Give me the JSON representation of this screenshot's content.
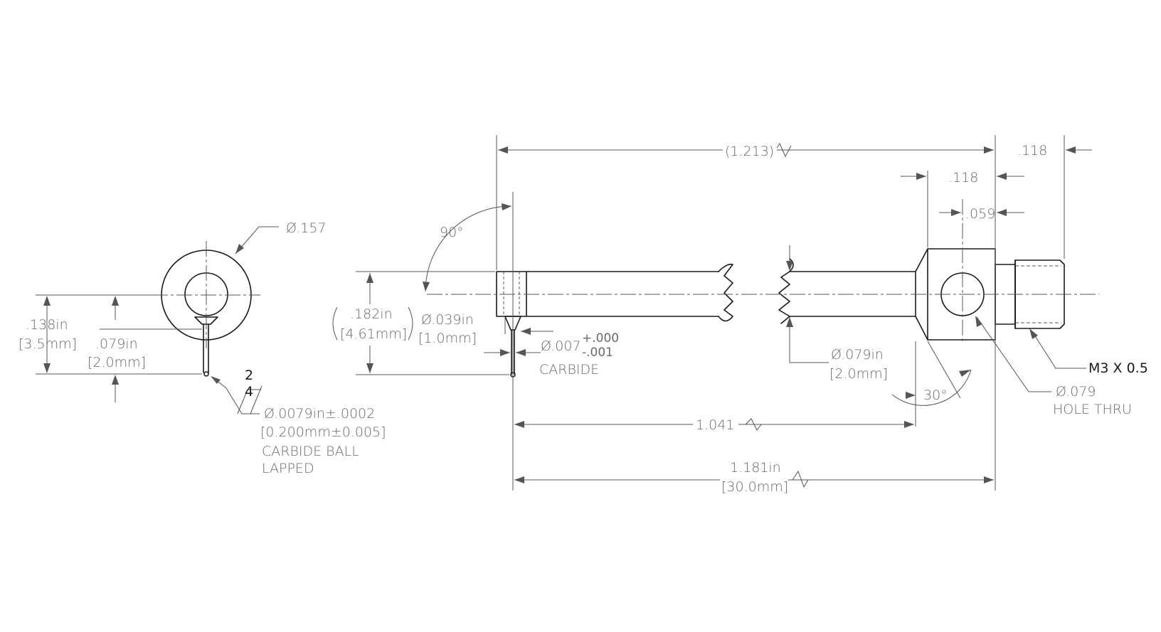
{
  "end_view": {
    "outer_diameter": "Ø.157",
    "height_in": ".138in",
    "height_mm": "[3.5mm]",
    "center_in": ".079in",
    "center_mm": "[2.0mm]",
    "grade_top": "2",
    "grade_bottom": "4",
    "ball_dia_in": "Ø.0079in±.0002",
    "ball_dia_mm": "[0.200mm±0.005]",
    "ball_material": "CARBIDE BALL",
    "ball_finish": "LAPPED"
  },
  "side_view": {
    "overall_ref": "(1.213)",
    "thread_len": ".118",
    "head_len": ".118",
    "head_half": ".059",
    "angle_tip": "90°",
    "width_in": ".182in",
    "width_mm": "[4.61mm]",
    "pin_dia_in": "Ø.039in",
    "pin_dia_mm": "[1.0mm]",
    "stylus_dia": "Ø.007",
    "tol_plus": "+.000",
    "tol_minus": "-.001",
    "stylus_material": "CARBIDE",
    "shaft_dia_in": "Ø.079in",
    "shaft_dia_mm": "[2.0mm]",
    "chamfer_angle": "30°",
    "hole_dia": "Ø.079",
    "hole_type": "HOLE THRU",
    "thread": "M3 X 0.5",
    "shaft_len": "1.041",
    "overall_in": "1.181in",
    "overall_mm": "[30.0mm]"
  }
}
